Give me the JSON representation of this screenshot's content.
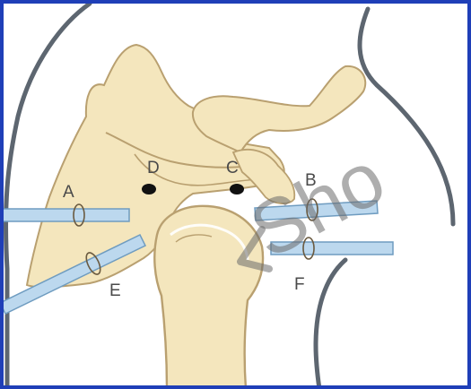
{
  "diagram": {
    "labels": {
      "a": "A",
      "b": "B",
      "c": "C",
      "d": "D",
      "e": "E",
      "f": "F"
    },
    "watermark": "Sho",
    "colors": {
      "frame": "#1f3fb8",
      "bone_fill": "#f4e6bd",
      "bone_stroke": "#b9a070",
      "body_outline": "#5d6670",
      "cannula": "#bcd8ee",
      "cannula_stroke": "#6f9cc0",
      "portal_dot": "#111111"
    }
  }
}
